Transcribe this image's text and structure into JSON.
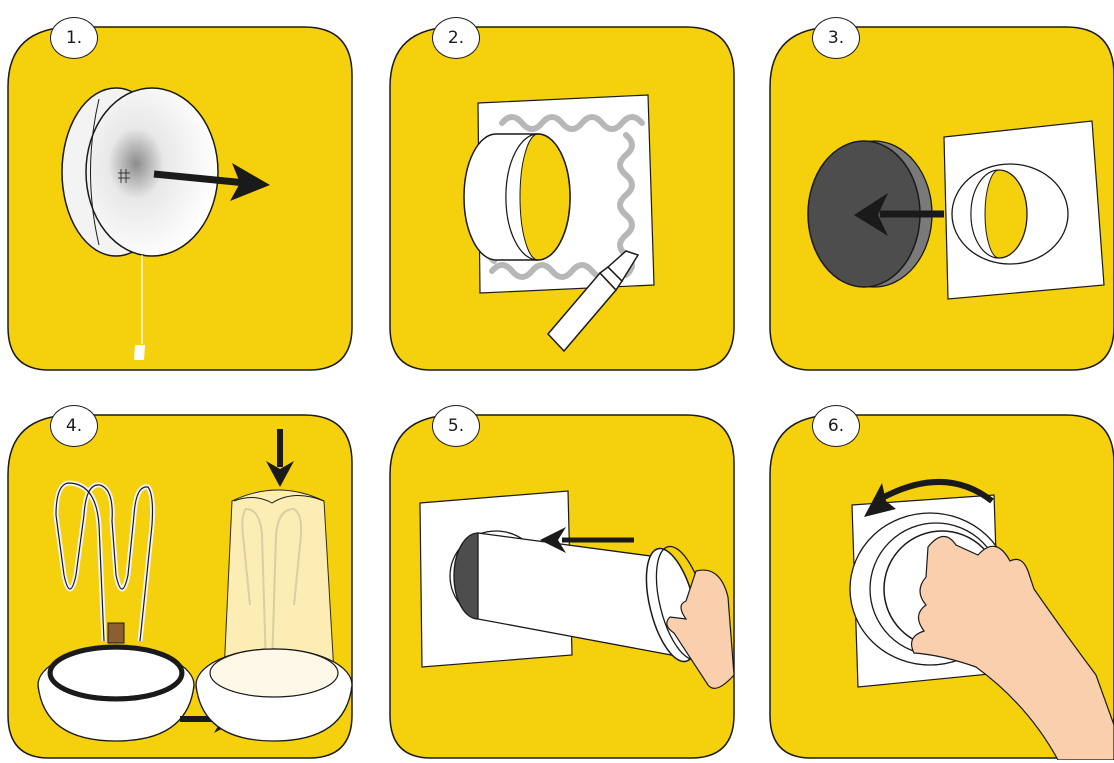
{
  "colors": {
    "panel_fill": "#f5d00c",
    "outline": "#1a1a1a",
    "arrow": "#1a1a1a",
    "skin": "#f9cfae",
    "sealant": "#b7b7b7",
    "dark_disc": "#4d4d4d"
  },
  "steps": [
    {
      "label": "1."
    },
    {
      "label": "2."
    },
    {
      "label": "3."
    },
    {
      "label": "4."
    },
    {
      "label": "5."
    },
    {
      "label": "6."
    }
  ]
}
